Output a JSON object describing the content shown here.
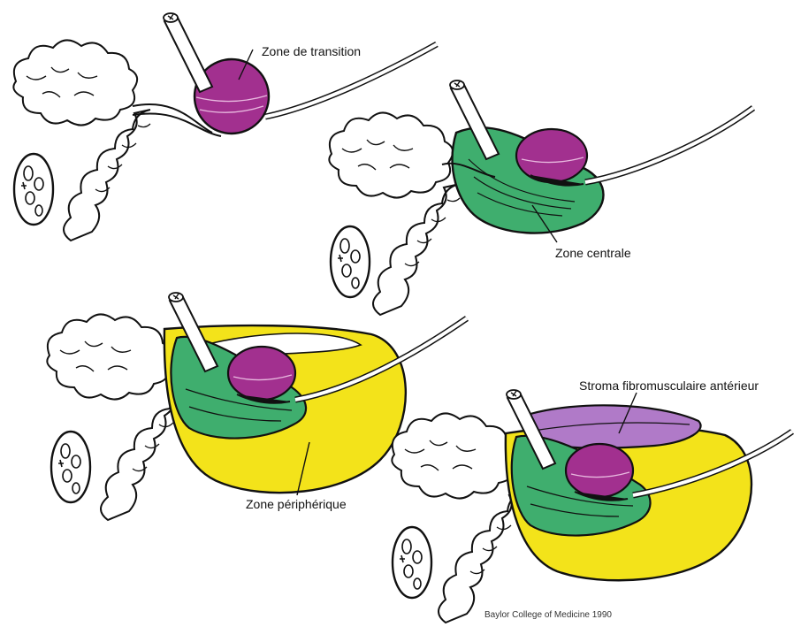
{
  "labels": {
    "zone_transition": "Zone de transition",
    "zone_centrale": "Zone centrale",
    "zone_peripherique": "Zone périphérique",
    "stroma": "Stroma fibromusculaire antérieur"
  },
  "credit": "Baylor College of Medicine 1990",
  "colors": {
    "transition": "#a2308f",
    "transition_dark": "#6e1a60",
    "central": "#3fae6e",
    "peripheral": "#f3e31a",
    "stroma": "#b07ac8",
    "outline": "#111111",
    "vesicle": "#ffffff"
  }
}
